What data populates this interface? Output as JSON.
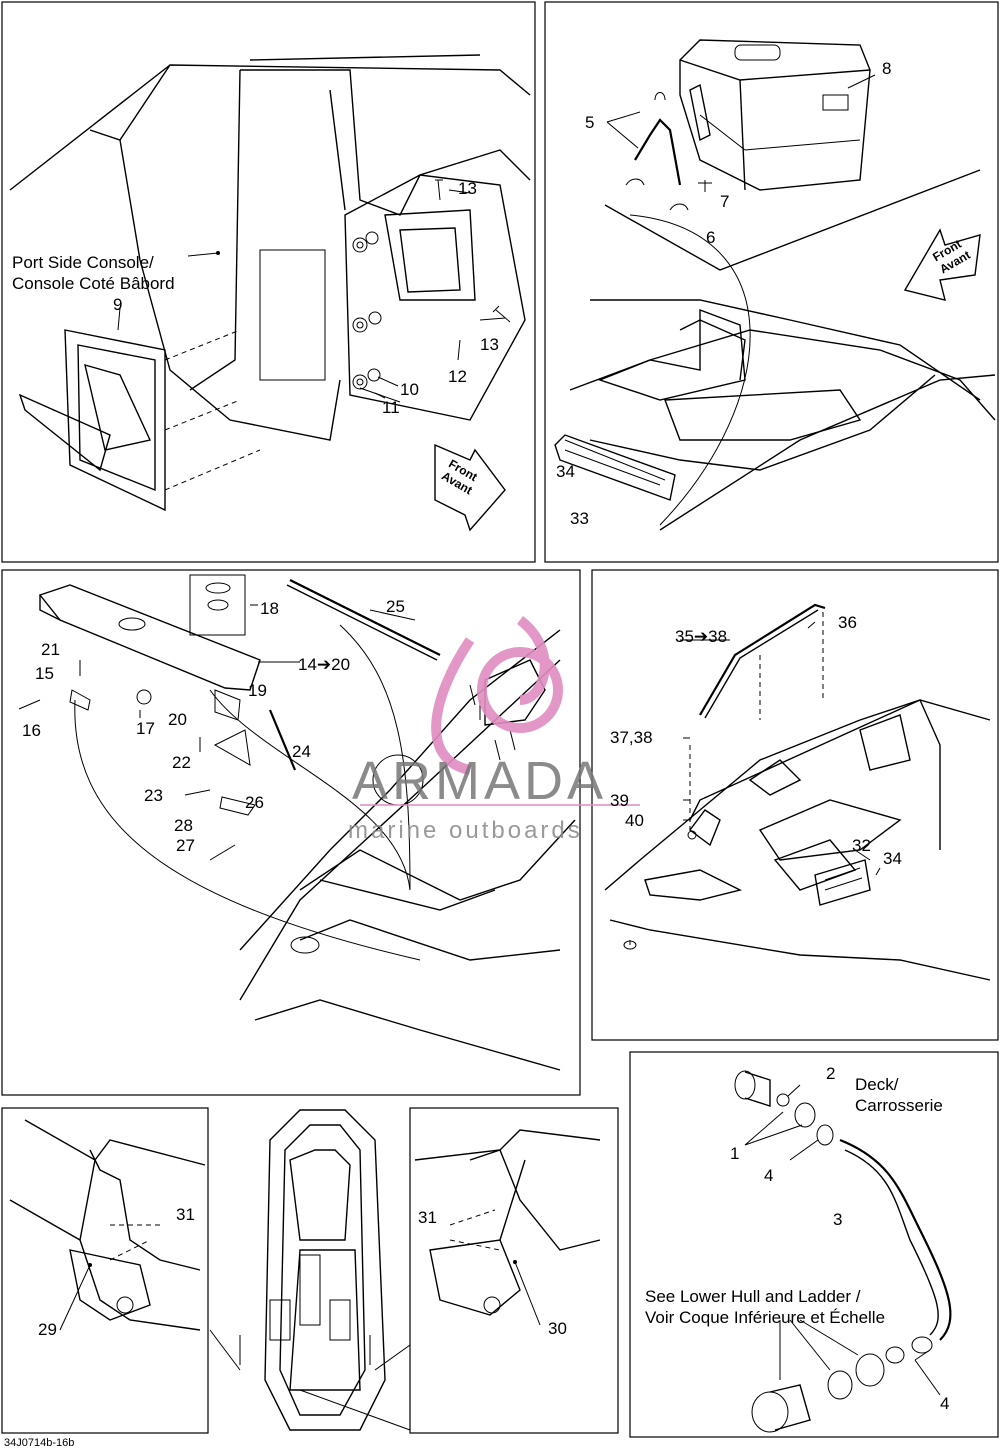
{
  "labels": {
    "port_console": "Port Side Console/\nConsole Coté Bâbord",
    "front_1": "Front\nAvant",
    "front_2": "Front\nAvant",
    "deck": "Deck/\nCarrosserie",
    "see_lower_hull": "See Lower Hull and Ladder /\nVoir Coque Inférieure et Échelle",
    "footer_code": "34J0714b-16b"
  },
  "watermark": {
    "title": "ARMADA",
    "subtitle": "marine outboards",
    "color": "#e08cc0"
  },
  "callouts": {
    "c1": "1",
    "c2": "2",
    "c3": "3",
    "c4a": "4",
    "c4b": "4",
    "c5": "5",
    "c6": "6",
    "c7": "7",
    "c8": "8",
    "c9": "9",
    "c10": "10",
    "c11": "11",
    "c12": "12",
    "c13a": "13",
    "c13b": "13",
    "c14_20": "14➔20",
    "c15": "15",
    "c16": "16",
    "c17": "17",
    "c18": "18",
    "c19": "19",
    "c20": "20",
    "c21": "21",
    "c22": "22",
    "c23": "23",
    "c24": "24",
    "c25": "25",
    "c26": "26",
    "c27": "27",
    "c28": "28",
    "c29": "29",
    "c30": "30",
    "c31a": "31",
    "c31b": "31",
    "c32": "32",
    "c33": "33",
    "c34a": "34",
    "c34b": "34",
    "c35_38": "35➔38",
    "c36": "36",
    "c37_38": "37,38",
    "c39": "39",
    "c40": "40"
  }
}
